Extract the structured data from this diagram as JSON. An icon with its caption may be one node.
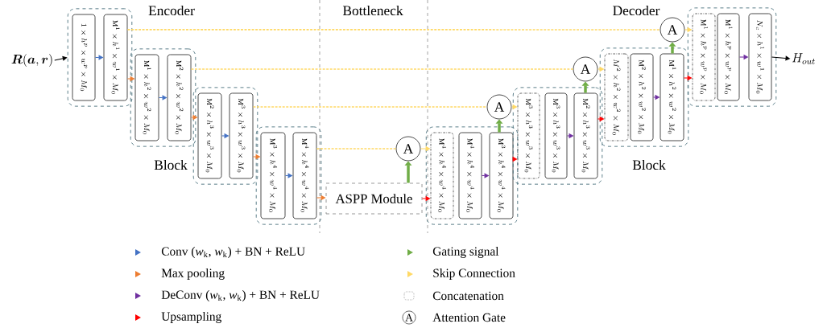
{
  "diagram": {
    "nodes": [
      {
        "text": [
          "\\boldsymbol{R}(\\boldsymbol{a},\\boldsymbol{r})"
        ]
      },
      {
        "text": [],
        "shape": "box"
      },
      {
        "text": [
          "1\\times h^{p}\\times w^{p}\\times M_{0}"
        ],
        "in": 1
      },
      {
        "text": [
          "\\mathrm{M}^{1}\\times h^{1}\\times w^{1}\\times M_{0}"
        ],
        "in": 1
      },
      {
        "text": [],
        "shape": "box"
      },
      {
        "text": [
          "\\mathrm{M}^{1}\\times h^{2}\\times w^{2}\\times M_{0}"
        ],
        "in": 4
      },
      {
        "text": [
          "\\mathrm{M}^{2}\\times h^{2}\\times w^{2}\\times M_{0}"
        ],
        "in": 4
      },
      {
        "text": [],
        "shape": "box"
      },
      {
        "text": [
          "\\mathrm{M}^{2}\\times h^{3}\\times w^{3}\\times M_{0}"
        ],
        "in": 7
      },
      {
        "text": [
          "\\mathrm{M}^{3}\\times h^{3}\\times w^{3}\\times M_{0}"
        ],
        "in": 7
      },
      {
        "text": [],
        "shape": "box"
      },
      {
        "text": [
          "\\mathrm{M}^{3}\\times h^{4}\\times w^{4}\\times M_{0}"
        ],
        "in": 10
      },
      {
        "text": [
          "\\mathrm{M}^{4}\\times h^{4}\\times w^{4}\\times M_{0}"
        ],
        "in": 10
      },
      {
        "text": [
          "ASPP Module"
        ]
      },
      {
        "text": [
          "A"
        ]
      },
      {
        "text": [],
        "shape": "box"
      },
      {
        "text": [
          "\\mathrm{M}^{4}\\times h^{4}\\times w^{4}\\times M_{0}"
        ],
        "in": 15
      },
      {
        "text": [
          "\\mathrm{M}^{4}\\times h^{4}\\times w^{4}\\times M_{0}"
        ],
        "in": 15
      },
      {
        "text": [
          "\\mathrm{M}^{3}\\times h^{4}\\times w^{4}\\times M_{0}"
        ],
        "in": 15
      },
      {
        "text": [
          "A"
        ]
      },
      {
        "text": [],
        "shape": "box"
      },
      {
        "text": [
          "\\mathrm{M}^{3}\\times h^{3}\\times w^{3}\\times M_{0}"
        ],
        "in": 20
      },
      {
        "text": [
          "\\mathrm{M}^{3}\\times h^{3}\\times w^{3}\\times M_{0}"
        ],
        "in": 20
      },
      {
        "text": [
          "\\mathrm{M}^{2}\\times h^{3}\\times w^{3}\\times M_{0}"
        ],
        "in": 20
      },
      {
        "text": [
          "A"
        ]
      },
      {
        "text": [],
        "shape": "box"
      },
      {
        "text": [
          "M^{2}\\times h^{2}\\times w^{2}\\times M_{0}"
        ],
        "in": 25
      },
      {
        "text": [
          "\\mathrm{M}^{2}\\times h^{2}\\times w^{2}\\times M_{0}"
        ],
        "in": 25
      },
      {
        "text": [
          "\\mathrm{M}^{1}\\times h^{2}\\times w^{2}\\times M_{0}"
        ],
        "in": 25
      },
      {
        "text": [
          "A"
        ]
      },
      {
        "text": [],
        "shape": "box"
      },
      {
        "text": [
          "\\mathrm{M}^{1}\\times h^{p}\\times w^{p}\\times M_{0}"
        ],
        "in": 30
      },
      {
        "text": [
          "\\mathrm{M}^{1}\\times h^{p}\\times w^{p}\\times M_{0}"
        ],
        "in": 30
      },
      {
        "text": [
          "N_{c}\\times h^{1}\\times w^{1}\\times M_{0}"
        ],
        "in": 30
      },
      {
        "text": [
          "H_{out}"
        ]
      }
    ],
    "edges": [
      {
        "from": 0,
        "to": 1,
        "arrow": "to",
        "color": "#000000"
      },
      {
        "from": 2,
        "to": 3,
        "arrow": "to",
        "color": "#4472c4"
      },
      {
        "from": 3,
        "to": 5,
        "arrow": "to",
        "color": "#ed7d31"
      },
      {
        "from": 5,
        "to": 6,
        "arrow": "to",
        "color": "#4472c4"
      },
      {
        "from": 6,
        "to": 8,
        "arrow": "to",
        "color": "#ed7d31"
      },
      {
        "from": 8,
        "to": 9,
        "arrow": "to",
        "color": "#4472c4"
      },
      {
        "from": 9,
        "to": 11,
        "arrow": "to",
        "color": "#ed7d31"
      },
      {
        "from": 11,
        "to": 12,
        "arrow": "to",
        "color": "#4472c4"
      },
      {
        "from": 12,
        "to": 13,
        "arrow": "to",
        "color": "#ed7d31"
      },
      {
        "from": 13,
        "to": 14,
        "arrow": "to",
        "style": "thick",
        "color": "#70ad47"
      },
      {
        "from": 13,
        "to": 16,
        "arrow": "to",
        "color": "#ff0000"
      },
      {
        "from": 12,
        "to": 14,
        "arrow": "none",
        "style": "dashed",
        "color": "#ffd966"
      },
      {
        "from": 14,
        "to": 16,
        "arrow": "to",
        "color": "#ffd966"
      },
      {
        "from": 17,
        "to": 18,
        "arrow": "to",
        "color": "#7030a0"
      },
      {
        "from": 18,
        "to": 19,
        "arrow": "to",
        "style": "thick",
        "color": "#70ad47"
      },
      {
        "from": 18,
        "to": 21,
        "arrow": "to",
        "color": "#ff0000"
      },
      {
        "from": 9,
        "to": 19,
        "arrow": "none",
        "style": "dashed",
        "color": "#ffd966"
      },
      {
        "from": 19,
        "to": 21,
        "arrow": "to",
        "color": "#ffd966"
      },
      {
        "from": 22,
        "to": 23,
        "arrow": "to",
        "color": "#7030a0"
      },
      {
        "from": 23,
        "to": 24,
        "arrow": "to",
        "style": "thick",
        "color": "#70ad47"
      },
      {
        "from": 23,
        "to": 26,
        "arrow": "to",
        "color": "#ff0000"
      },
      {
        "from": 6,
        "to": 24,
        "arrow": "none",
        "style": "dashed",
        "color": "#ffd966"
      },
      {
        "from": 24,
        "to": 26,
        "arrow": "to",
        "color": "#ffd966"
      },
      {
        "from": 27,
        "to": 28,
        "arrow": "to",
        "color": "#7030a0"
      },
      {
        "from": 28,
        "to": 29,
        "arrow": "to",
        "style": "thick",
        "color": "#70ad47"
      },
      {
        "from": 28,
        "to": 31,
        "arrow": "to",
        "color": "#ff0000"
      },
      {
        "from": 3,
        "to": 29,
        "arrow": "none",
        "style": "dashed",
        "color": "#ffd966"
      },
      {
        "from": 29,
        "to": 31,
        "arrow": "to",
        "color": "#ffd966"
      },
      {
        "from": 32,
        "to": 33,
        "arrow": "to",
        "color": "#7030a0"
      },
      {
        "from": 33,
        "to": 34,
        "arrow": "to",
        "color": "#000000"
      }
    ],
    "labels": [
      "Encoder",
      "Bottleneck",
      "Decoder",
      "Block",
      "Block",
      "A"
    ],
    "legend": [
      {
        "text": "Conv (*w*$_{k}$, *w*$_{k}$) + BN + ReLU",
        "color": "#4472c4"
      },
      {
        "text": "Max pooling",
        "color": "#ed7d31"
      },
      {
        "text": "DeConv (*w*$_{k}$, *w*$_{k}$) + BN + ReLU",
        "color": "#7030a0"
      },
      {
        "text": "Upsampling",
        "color": "#ff0000"
      },
      {
        "text": "Gating signal",
        "color": "#70ad47"
      },
      {
        "text": "Skip Connection",
        "color": "#ffd966"
      },
      {
        "text": "Concatenation"
      },
      {
        "text": "Attention Gate"
      }
    ]
  }
}
